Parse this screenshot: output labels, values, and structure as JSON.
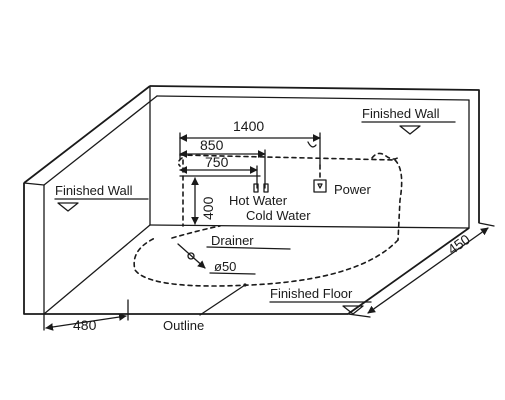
{
  "labels": {
    "finished_wall_right": "Finished Wall",
    "finished_wall_left": "Finished Wall",
    "finished_floor": "Finished Floor",
    "hot_water": "Hot Water",
    "cold_water": "Cold Water",
    "power": "Power",
    "drainer": "Drainer",
    "drain_diameter": "ø50",
    "outline": "Outline"
  },
  "dimensions": {
    "d1400": "1400",
    "d850": "850",
    "d750": "750",
    "d400": "400",
    "d450": "450",
    "d480": "480"
  }
}
